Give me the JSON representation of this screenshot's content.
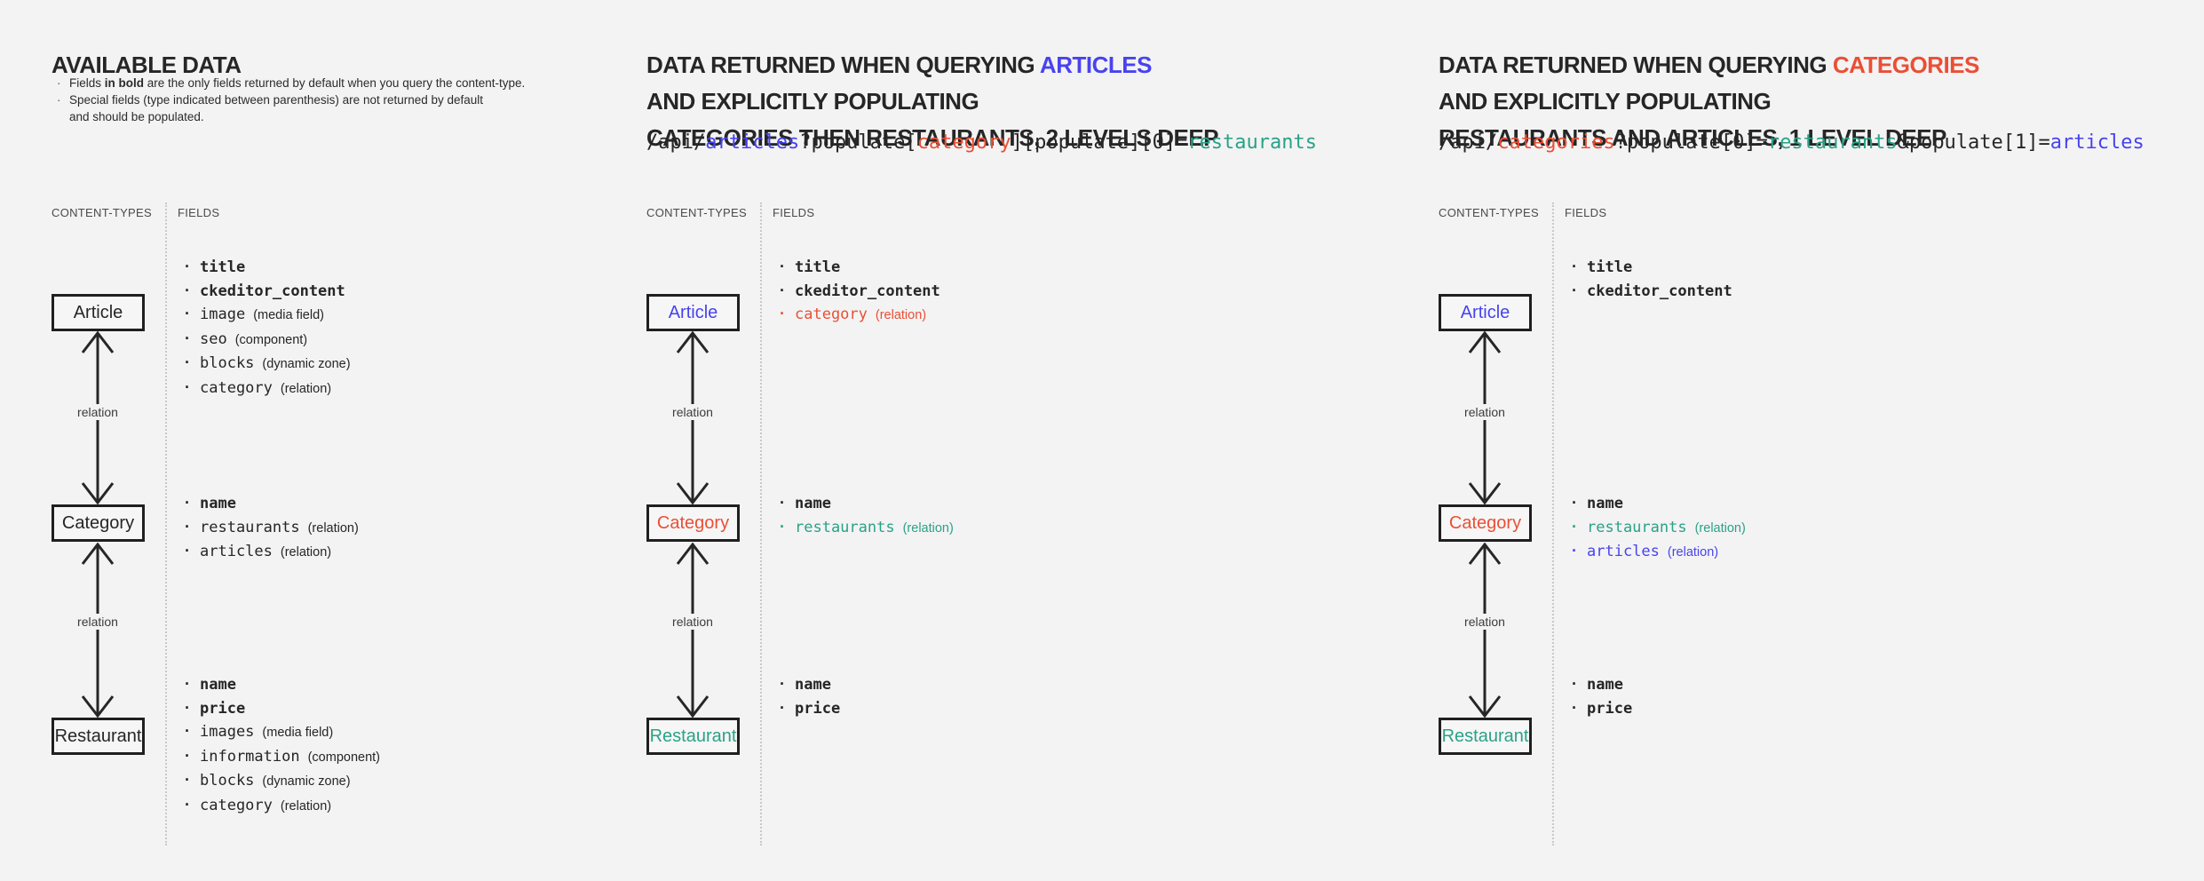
{
  "colors": {
    "ink": "#262626",
    "blue": "#4843ef",
    "red": "#ea4f35",
    "teal": "#2aa287",
    "background": "#f3f3f3",
    "box_border": "#1f1f1f",
    "muted_label": "#4a4a4a",
    "dotted_line": "#c8c8c8"
  },
  "shared": {
    "bullet": "·",
    "content_types_label": "CONTENT-TYPES",
    "fields_label": "FIELDS",
    "relation_label": "relation"
  },
  "panel1": {
    "title": "AVAILABLE DATA",
    "note1_pre": "Fields ",
    "note1_bold": "in bold",
    "note1_post": " are the only fields returned by default when you query the content-type.",
    "note2_line1": "Special fields (type indicated between parenthesis) are not returned by default",
    "note2_line2": "and should be populated.",
    "entities": [
      {
        "label": "Article",
        "color": "ink",
        "fields": [
          {
            "name": "title",
            "bold": true
          },
          {
            "name": "ckeditor_content",
            "bold": true
          },
          {
            "name": "image",
            "type": "(media field)"
          },
          {
            "name": "seo",
            "type": "(component)"
          },
          {
            "name": "blocks",
            "type": "(dynamic zone)"
          },
          {
            "name": "category",
            "type": "(relation)"
          }
        ]
      },
      {
        "label": "Category",
        "color": "ink",
        "fields": [
          {
            "name": "name",
            "bold": true
          },
          {
            "name": "restaurants",
            "type": "(relation)"
          },
          {
            "name": "articles",
            "type": "(relation)"
          }
        ]
      },
      {
        "label": "Restaurant",
        "color": "ink",
        "fields": [
          {
            "name": "name",
            "bold": true
          },
          {
            "name": "price",
            "bold": true
          },
          {
            "name": "images",
            "type": "(media field)"
          },
          {
            "name": "information",
            "type": "(component)"
          },
          {
            "name": "blocks",
            "type": "(dynamic zone)"
          },
          {
            "name": "category",
            "type": "(relation)"
          }
        ]
      }
    ]
  },
  "panel2": {
    "title_segments": [
      {
        "text": "DATA RETURNED WHEN QUERYING ",
        "color": "ink"
      },
      {
        "text": "ARTICLES",
        "color": "blue"
      }
    ],
    "title_line2": "AND EXPLICITLY POPULATING",
    "title_line3": "CATEGORIES THEN RESTAURANTS, 2 LEVELS DEEP",
    "url_segments": [
      {
        "text": "/api/",
        "color": "ink"
      },
      {
        "text": "articles",
        "color": "blue"
      },
      {
        "text": "?populate[",
        "color": "ink"
      },
      {
        "text": "category",
        "color": "red"
      },
      {
        "text": "][populate][0]=",
        "color": "ink"
      },
      {
        "text": "restaurants",
        "color": "teal"
      }
    ],
    "entities": [
      {
        "label": "Article",
        "color": "blue",
        "fields": [
          {
            "name": "title",
            "bold": true
          },
          {
            "name": "ckeditor_content",
            "bold": true
          },
          {
            "name": "category",
            "type": "(relation)",
            "color": "red"
          }
        ]
      },
      {
        "label": "Category",
        "color": "red",
        "fields": [
          {
            "name": "name",
            "bold": true
          },
          {
            "name": "restaurants",
            "type": "(relation)",
            "color": "teal"
          }
        ]
      },
      {
        "label": "Restaurant",
        "color": "teal",
        "fields": [
          {
            "name": "name",
            "bold": true
          },
          {
            "name": "price",
            "bold": true
          }
        ]
      }
    ]
  },
  "panel3": {
    "title_segments": [
      {
        "text": "DATA RETURNED WHEN QUERYING ",
        "color": "ink"
      },
      {
        "text": "CATEGORIES",
        "color": "red"
      }
    ],
    "title_line2": "AND EXPLICITLY POPULATING",
    "title_line3": "RESTAURANTS AND ARTICLES, 1 LEVEL DEEP",
    "url_segments": [
      {
        "text": "/api/",
        "color": "ink"
      },
      {
        "text": "categories",
        "color": "red"
      },
      {
        "text": "?populate[0]=",
        "color": "ink"
      },
      {
        "text": "restaurants",
        "color": "teal"
      },
      {
        "text": "&populate[1]=",
        "color": "ink"
      },
      {
        "text": "articles",
        "color": "blue"
      }
    ],
    "entities": [
      {
        "label": "Article",
        "color": "blue",
        "fields": [
          {
            "name": "title",
            "bold": true
          },
          {
            "name": "ckeditor_content",
            "bold": true
          }
        ]
      },
      {
        "label": "Category",
        "color": "red",
        "fields": [
          {
            "name": "name",
            "bold": true
          },
          {
            "name": "restaurants",
            "type": "(relation)",
            "color": "teal"
          },
          {
            "name": "articles",
            "type": "(relation)",
            "color": "blue"
          }
        ]
      },
      {
        "label": "Restaurant",
        "color": "teal",
        "fields": [
          {
            "name": "name",
            "bold": true
          },
          {
            "name": "price",
            "bold": true
          }
        ]
      }
    ]
  }
}
